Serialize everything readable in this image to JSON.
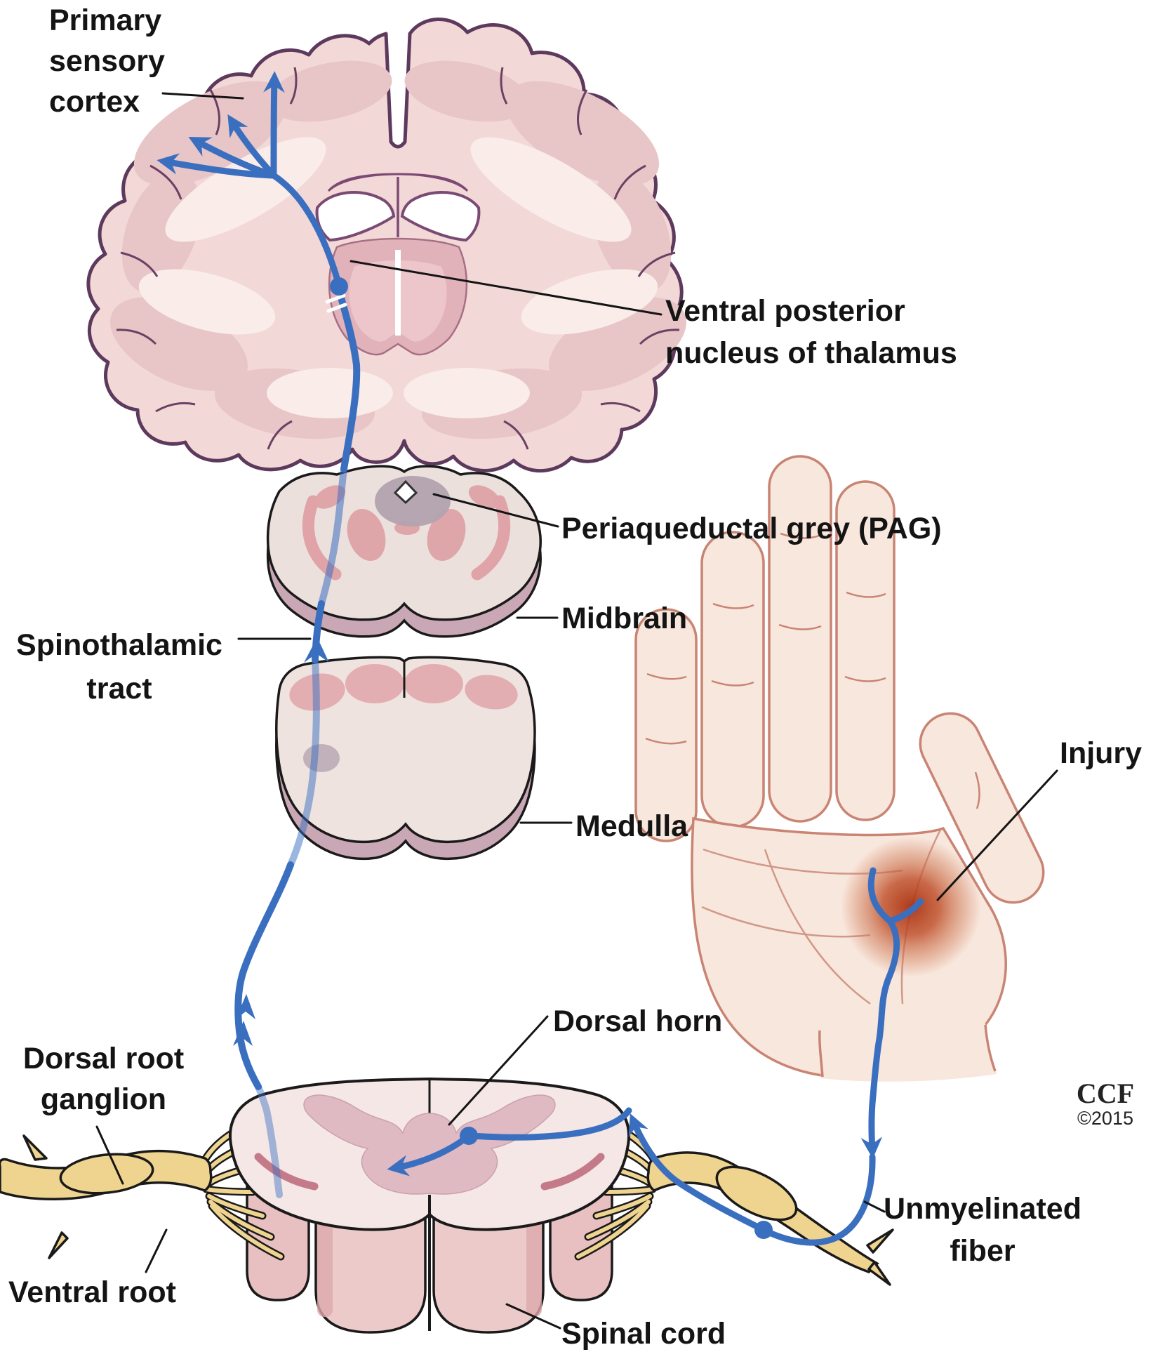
{
  "figure": {
    "description": "Pain pathway diagram: ascending spinothalamic tract from hand injury to primary sensory cortex"
  },
  "labels": {
    "primary_sensory_cortex": {
      "l1": "Primary",
      "l2": "sensory",
      "l3": "cortex"
    },
    "ventral_posterior": {
      "l1": "Ventral posterior",
      "l2": "nucleus of thalamus"
    },
    "pag": {
      "text": "Periaqueductal grey (PAG)"
    },
    "midbrain": {
      "text": "Midbrain"
    },
    "spinothalamic": {
      "l1": "Spinothalamic",
      "l2": "tract"
    },
    "medulla": {
      "text": "Medulla"
    },
    "dorsal_horn": {
      "text": "Dorsal horn"
    },
    "injury": {
      "text": "Injury"
    },
    "dorsal_root_ganglion": {
      "l1": "Dorsal root",
      "l2": "ganglion"
    },
    "ventral_root": {
      "text": "Ventral root"
    },
    "unmyelinated_fiber": {
      "l1": "Unmyelinated",
      "l2": "fiber"
    },
    "spinal_cord": {
      "text": "Spinal cord"
    },
    "credit": {
      "org": "CCF",
      "year": "©2015"
    }
  },
  "colors": {
    "pathway_blue": "#3a6fc0",
    "nerve_yellow": "#eed48f",
    "cortex_pink": "#f2d8d6",
    "gyrus_pink": "#e8c5c6",
    "cortex_light": "#f9ece9",
    "brain_outline_purple": "#5d3a5d",
    "ventricle_outline": "#7b4a74",
    "thalamus_pink": "#e2b2ba",
    "section_fill": "#ece0dd",
    "nucleus_rose": "#dfa3a8",
    "pag_grey": "#b2a2ae",
    "cut_band_mauve": "#c9a7b5",
    "cord_grey_matter": "#dfbac3",
    "hand_skin": "#f8e7dd",
    "hand_line": "#c98473",
    "injury_red": "#b23413",
    "label_text": "#141414"
  }
}
